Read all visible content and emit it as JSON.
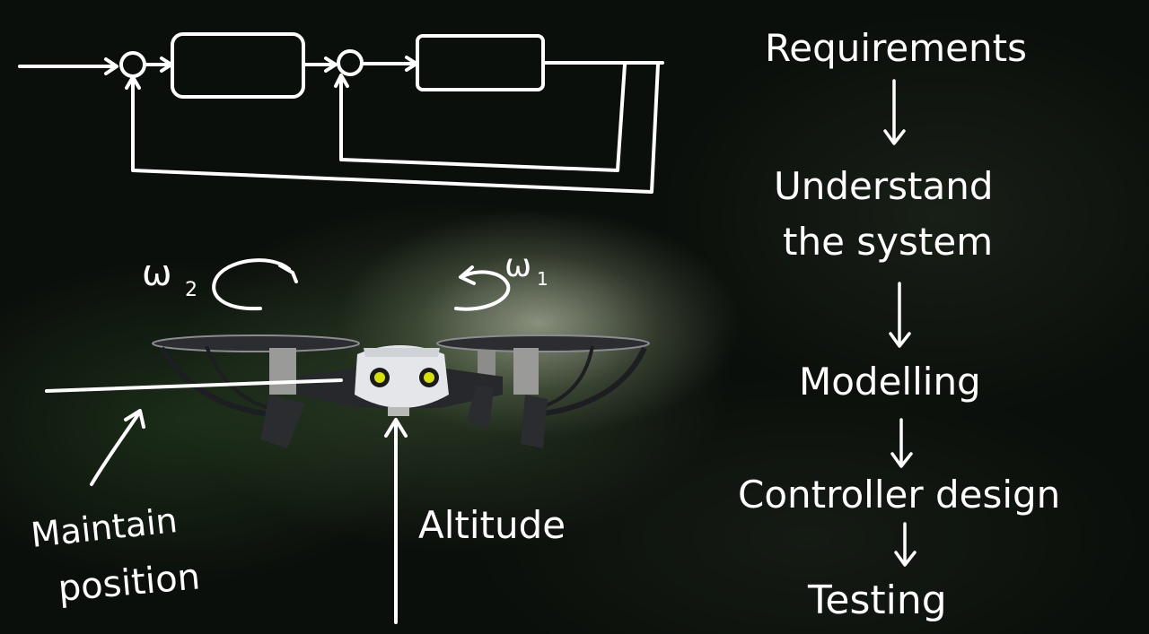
{
  "drone_labels": {
    "omega_left_symbol": "ω",
    "omega_left_subscript": "2",
    "omega_right_symbol": "ω",
    "omega_right_subscript": "1",
    "maintain_line1": "Maintain",
    "maintain_line2": "position",
    "altitude": "Altitude"
  },
  "workflow": {
    "steps": [
      "Requirements",
      "Understand",
      "the system",
      "Modelling",
      "Controller design",
      "Testing"
    ]
  },
  "colors": {
    "ink": "#ffffff",
    "background": "#0b0f0b",
    "drone_body": "#2b2d30",
    "drone_shell": "#e4e6ea",
    "drone_eyes": "#d8e000"
  }
}
